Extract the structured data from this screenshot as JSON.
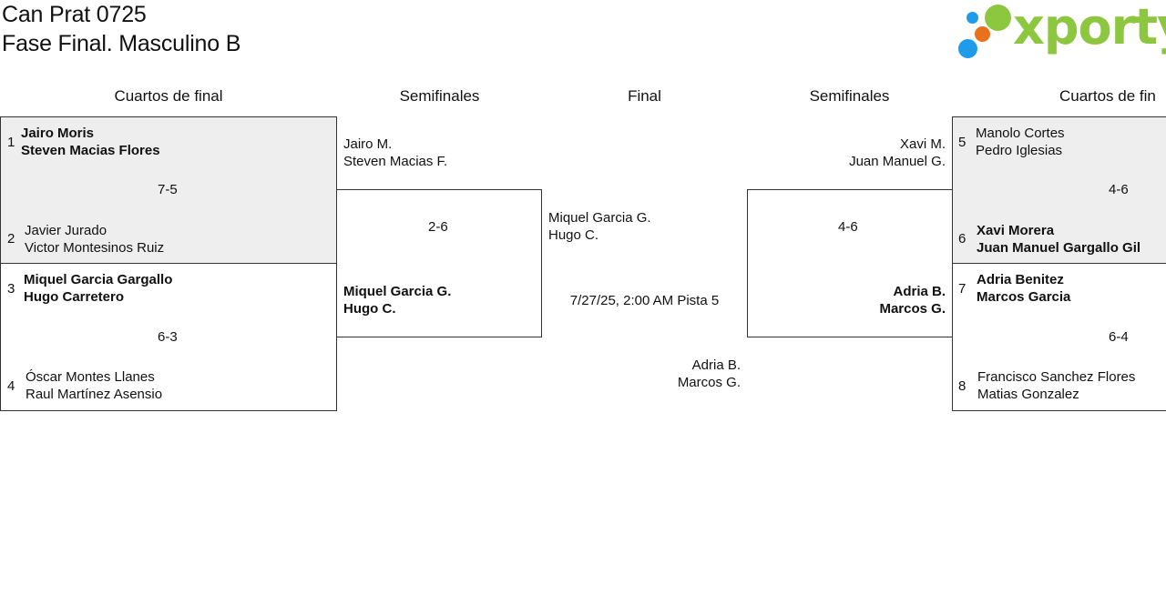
{
  "header": {
    "line1": "Can Prat 0725",
    "line2": "Fase Final. Masculino B",
    "logo_text": "xporty"
  },
  "columns": {
    "qf_left": "Cuartos de final",
    "sf_left": "Semifinales",
    "final": "Final",
    "sf_right": "Semifinales",
    "qf_right": "Cuartos de fin"
  },
  "qf_left": [
    {
      "score": "7-5",
      "top": {
        "seed": "1",
        "p1": "Jairo Moris",
        "p2": "Steven Macias Flores"
      },
      "bottom": {
        "seed": "2",
        "p1": "Javier Jurado",
        "p2": "Victor Montesinos Ruiz"
      }
    },
    {
      "score": "6-3",
      "top": {
        "seed": "3",
        "p1": "Miquel Garcia Gargallo",
        "p2": "Hugo Carretero"
      },
      "bottom": {
        "seed": "4",
        "p1": "Óscar Montes Llanes",
        "p2": "Raul Martínez Asensio"
      }
    }
  ],
  "sf_left": {
    "top": {
      "p1": "Jairo M.",
      "p2": "Steven Macias F."
    },
    "score": "2-6",
    "bottom": {
      "p1": "Miquel Garcia G.",
      "p2": "Hugo C."
    }
  },
  "final": {
    "left": {
      "p1": "Miquel Garcia G.",
      "p2": "Hugo C."
    },
    "schedule": "7/27/25, 2:00 AM Pista 5",
    "right": {
      "p1": "Adria B.",
      "p2": "Marcos G."
    }
  },
  "sf_right": {
    "top": {
      "p1": "Xavi M.",
      "p2": "Juan Manuel G."
    },
    "score": "4-6",
    "bottom": {
      "p1": "Adria B.",
      "p2": "Marcos G."
    }
  },
  "qf_right": [
    {
      "score": "4-6",
      "top": {
        "seed": "5",
        "p1": "Manolo Cortes",
        "p2": "Pedro Iglesias"
      },
      "bottom": {
        "seed": "6",
        "p1": "Xavi Morera",
        "p2": "Juan Manuel Gargallo Gil"
      }
    },
    {
      "score": "6-4",
      "top": {
        "seed": "7",
        "p1": "Adria Benitez",
        "p2": "Marcos Garcia"
      },
      "bottom": {
        "seed": "8",
        "p1": "Francisco Sanchez Flores",
        "p2": "Matias Gonzalez"
      }
    }
  ],
  "colors": {
    "logo_green": "#8dc63f",
    "logo_blue": "#1e9be9",
    "logo_orange": "#e8711c",
    "shaded_row": "#eeeeee"
  }
}
